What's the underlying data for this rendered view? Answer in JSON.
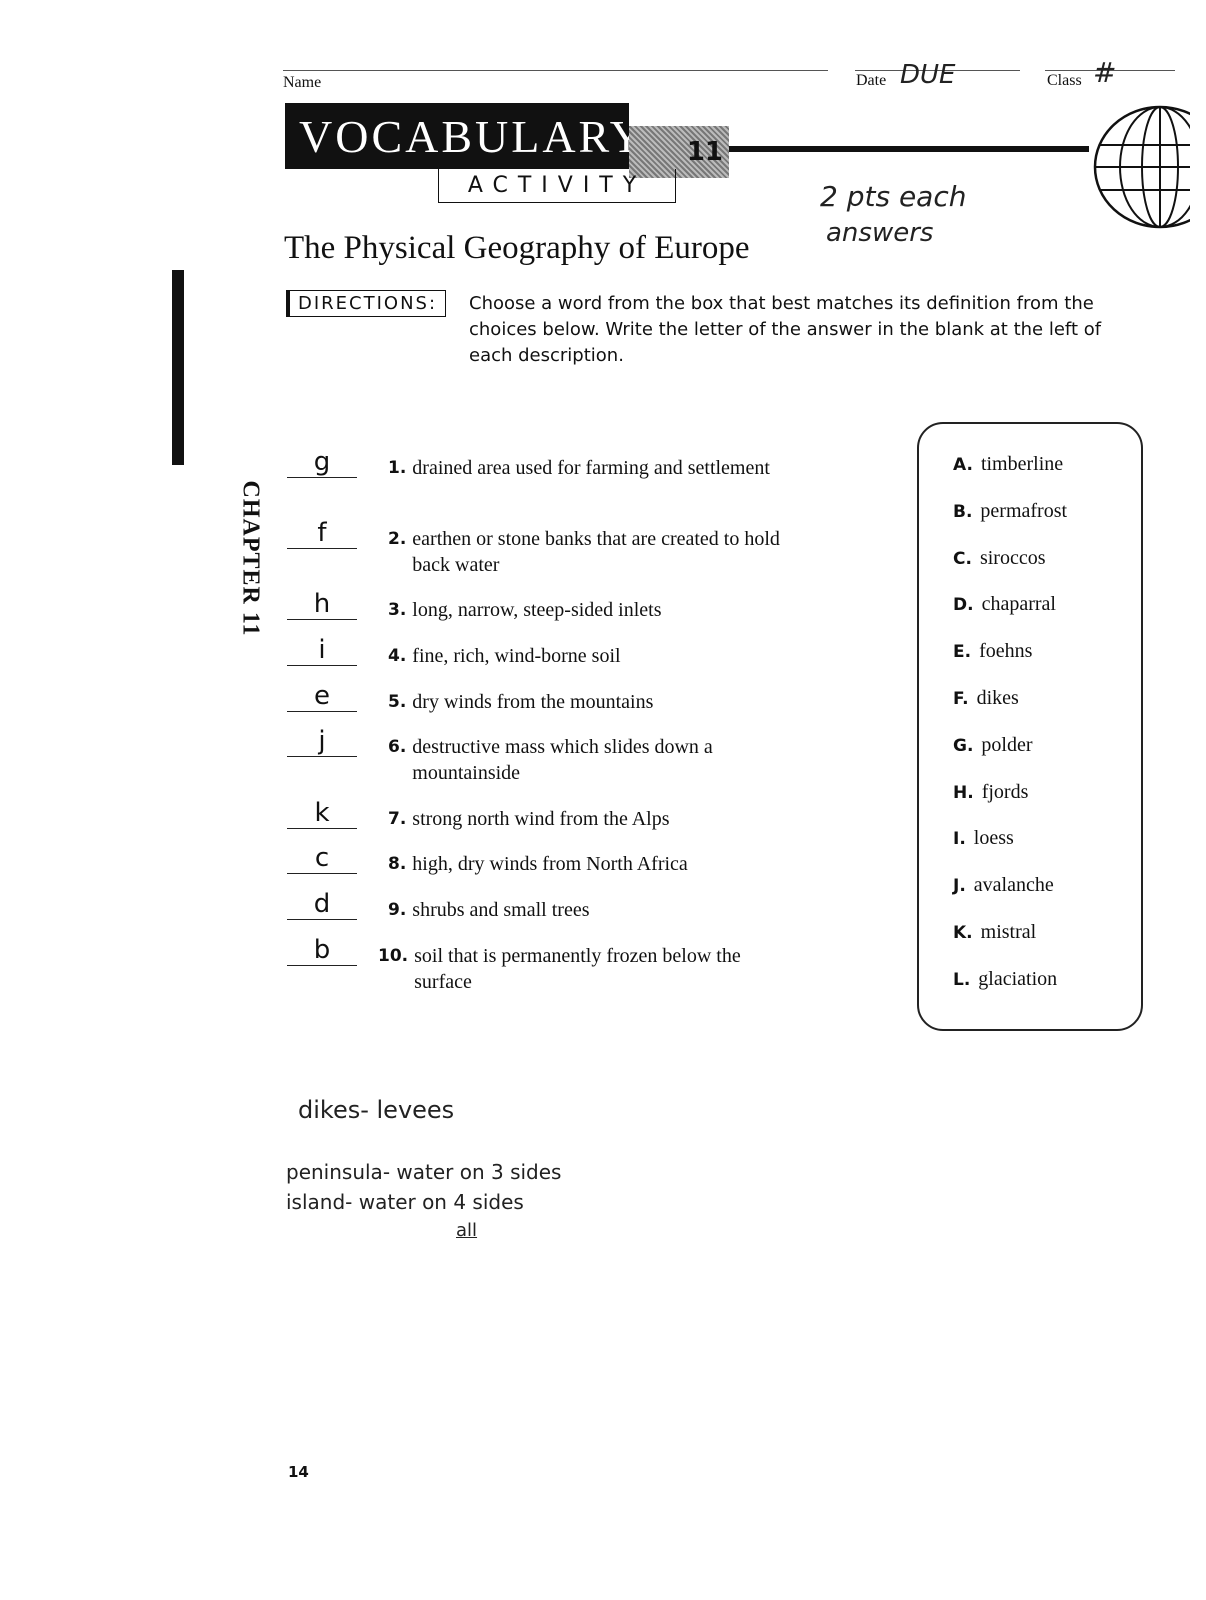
{
  "header": {
    "name_label": "Name",
    "date_label": "Date",
    "date_value": "DUE",
    "class_label": "Class",
    "class_value": "#"
  },
  "banner": {
    "title": "VOCABULARY",
    "subtitle": "ACTIVITY",
    "chapter_number": "11"
  },
  "page_title": "The Physical Geography of Europe",
  "annotation": {
    "line1": "2 pts each",
    "line2": "answers"
  },
  "directions": {
    "label": "DIRECTIONS:",
    "text": "Choose a word from the box that best matches its definition from the choices below. Write the letter of the answer in the blank at the left of each description."
  },
  "side_tab": "CHAPTER 11",
  "items": [
    {
      "num": "1.",
      "text": "drained area used for farming and settlement",
      "answer": "g"
    },
    {
      "num": "2.",
      "text": "earthen or stone banks that are created to hold back water",
      "answer": "f"
    },
    {
      "num": "3.",
      "text": "long, narrow, steep-sided inlets",
      "answer": "h"
    },
    {
      "num": "4.",
      "text": "fine, rich, wind-borne soil",
      "answer": "i"
    },
    {
      "num": "5.",
      "text": "dry winds from the mountains",
      "answer": "e"
    },
    {
      "num": "6.",
      "text": "destructive mass which slides down a mountainside",
      "answer": "j"
    },
    {
      "num": "7.",
      "text": "strong north wind from the Alps",
      "answer": "k"
    },
    {
      "num": "8.",
      "text": "high, dry winds from North Africa",
      "answer": "c"
    },
    {
      "num": "9.",
      "text": "shrubs and small trees",
      "answer": "d"
    },
    {
      "num": "10.",
      "text": "soil that is permanently frozen below the surface",
      "answer": "b"
    }
  ],
  "choices": [
    {
      "letter": "A.",
      "word": "timberline"
    },
    {
      "letter": "B.",
      "word": "permafrost"
    },
    {
      "letter": "C.",
      "word": "siroccos"
    },
    {
      "letter": "D.",
      "word": "chaparral"
    },
    {
      "letter": "E.",
      "word": "foehns"
    },
    {
      "letter": "F.",
      "word": "dikes"
    },
    {
      "letter": "G.",
      "word": "polder"
    },
    {
      "letter": "H.",
      "word": "fjords"
    },
    {
      "letter": "I.",
      "word": "loess"
    },
    {
      "letter": "J.",
      "word": "avalanche"
    },
    {
      "letter": "K.",
      "word": "mistral"
    },
    {
      "letter": "L.",
      "word": "glaciation"
    }
  ],
  "notes": {
    "line1": "dikes- levees",
    "line2": "peninsula- water on 3 sides",
    "line3": "island- water on 4 sides",
    "line4": "all"
  },
  "page_number": "14"
}
